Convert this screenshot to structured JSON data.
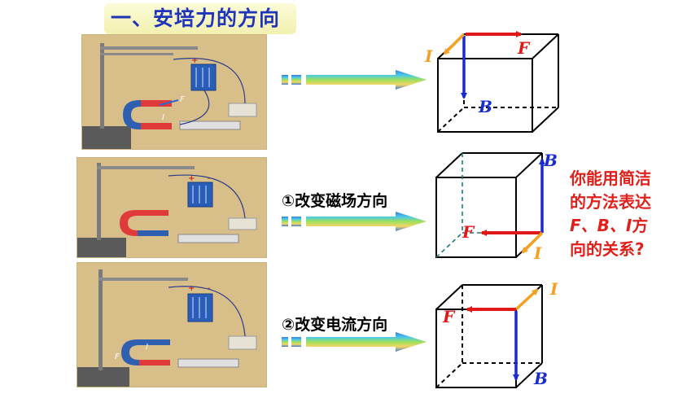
{
  "title": "一、安培力的方向",
  "captions": {
    "row2": "①改变磁场方向",
    "row3": "②改变电流方向"
  },
  "question": {
    "line1": "你能用简洁",
    "line2": "的方法表达",
    "line3_vars": "F、B、I",
    "line3_tail": "方",
    "line4": "向的关系?"
  },
  "photo_labels": {
    "row1": {
      "current": "I",
      "force": "F",
      "plus": "+",
      "minus": "-"
    },
    "row2": {
      "plus": "+",
      "minus": "-"
    },
    "row3": {
      "current": "I",
      "force": "F",
      "plus": "+",
      "minus": "-"
    }
  },
  "cube1": {
    "I": "I",
    "F": "F",
    "B": "B"
  },
  "cube2": {
    "I": "I",
    "F": "F",
    "B": "B"
  },
  "cube3": {
    "I": "I",
    "F": "F",
    "B": "B"
  },
  "colors": {
    "force": "#e01818",
    "field": "#1a2ccc",
    "current": "#f5a020",
    "title_text": "#1f34b8",
    "question_text": "#e0201a",
    "dashed_edge": "#1e7a7a"
  }
}
